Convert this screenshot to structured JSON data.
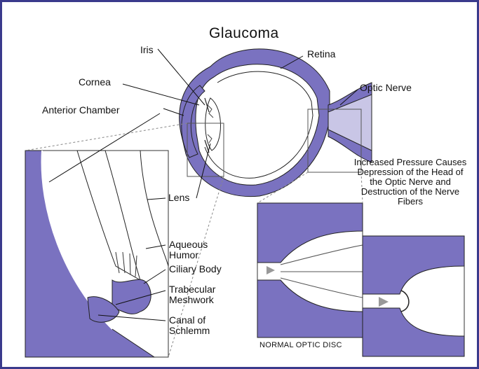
{
  "title": "Glaucoma",
  "labels": {
    "iris": "Iris",
    "cornea": "Cornea",
    "anterior_chamber": "Anterior Chamber",
    "retina": "Retina",
    "optic_nerve": "Optic Nerve",
    "lens": "Lens",
    "aqueous_humor": "Aqueous Humor",
    "ciliary_body": "Ciliary Body",
    "trabecular_meshwork": "Trabecular Meshwork",
    "canal_of_schlemm": "Canal of Schlemm",
    "normal_optic_disc": "Normal Optic Disc",
    "increased_pressure": "Increased Pressure Causes Depression of the Head of the Optic Nerve and Destruction of the Nerve Fibers"
  },
  "colors": {
    "tissue": "#7a72c0",
    "border": "#3a3a8c",
    "nerve_fill": "#c9c6e6"
  }
}
